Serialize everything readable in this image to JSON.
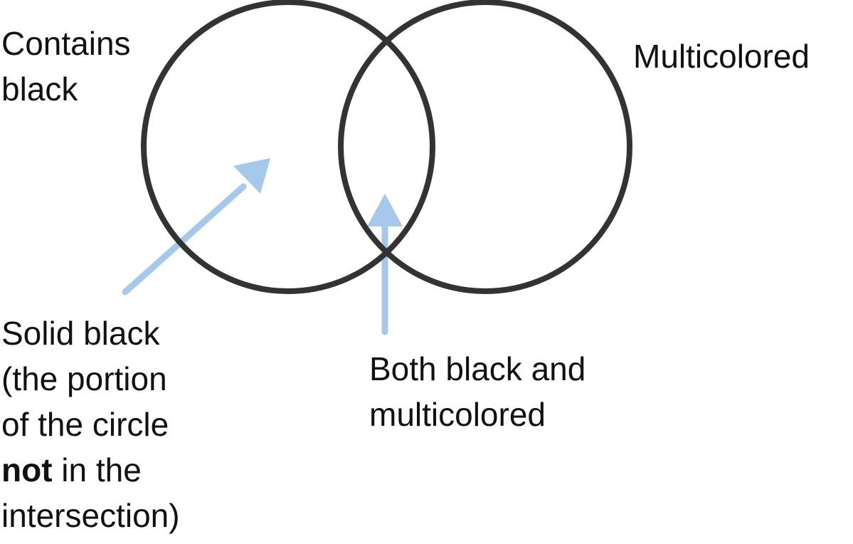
{
  "colors": {
    "circle_stroke": "#333333",
    "arrow": "#a5c8eb",
    "text": "#111111"
  },
  "circles": [
    {
      "name": "contains-black"
    },
    {
      "name": "multicolored"
    }
  ],
  "labels": {
    "contains_black": [
      "Contains",
      "black"
    ],
    "multicolored": "Multicolored",
    "solid_black": {
      "line1": "Solid black",
      "line2": "(the portion",
      "line3": "of the circle",
      "line4_bold": "not",
      "line4_rest": " in the",
      "line5": "intersection)"
    },
    "both": [
      "Both black and",
      "multicolored"
    ]
  }
}
